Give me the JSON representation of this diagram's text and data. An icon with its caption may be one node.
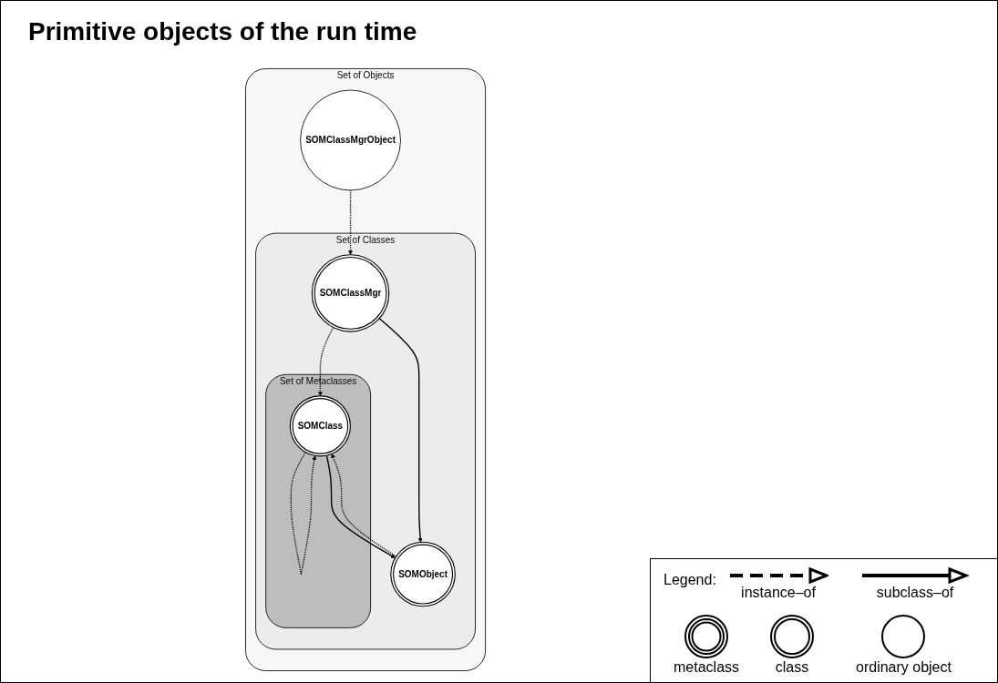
{
  "diagram": {
    "title": "Primitive objects of the run time",
    "nodes": [
      {
        "text": [
          "Set of Objects"
        ]
      },
      {
        "text": [
          "Set of Classes"
        ],
        "in": 0
      },
      {
        "text": [
          "Set of Metaclasses"
        ],
        "in": 1
      },
      {
        "text": [
          "SOMClass"
        ],
        "in": 2
      },
      {
        "text": [
          "SOMClassMgr"
        ],
        "in": 1
      },
      {
        "text": [
          "SOMObject"
        ],
        "in": 1
      },
      {
        "text": [
          "SOMClassMgrObject"
        ],
        "in": 0
      }
    ],
    "edges": [
      {
        "from": 3,
        "to": 3,
        "arrow": "to",
        "style": "dashed"
      },
      {
        "from": 4,
        "to": 3,
        "arrow": "to",
        "style": "dashed"
      },
      {
        "from": 5,
        "to": 3,
        "arrow": "to",
        "style": "dashed"
      },
      {
        "from": 3,
        "to": 5,
        "arrow": "to"
      },
      {
        "from": 4,
        "to": 5,
        "arrow": "to"
      },
      {
        "from": 6,
        "to": 4,
        "arrow": "to",
        "style": "dashed"
      }
    ],
    "labels": [
      "Legend:"
    ],
    "legend": [
      {
        "text": "instance–of"
      },
      {
        "text": "subclass–of"
      },
      {
        "text": "metaclass"
      },
      {
        "text": "class"
      },
      {
        "text": "ordinary object"
      }
    ]
  }
}
